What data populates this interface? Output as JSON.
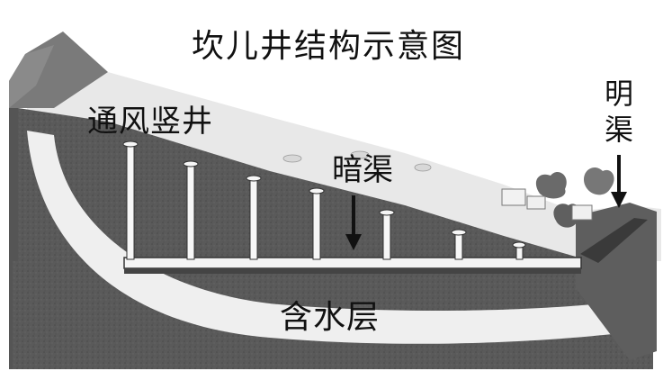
{
  "title": "坎儿井结构示意图",
  "labels": {
    "ventilation_shaft": "通风竖井",
    "underground_canal": "暗渠",
    "open_canal": "明渠",
    "aquifer": "含水层"
  },
  "colors": {
    "sky_terrain": "#e9e9e9",
    "dark_earth": "#555555",
    "rock": "#6e6e6e",
    "aquifer_band": "#f0f0f0",
    "shaft": "#ffffff",
    "arrow": "#111111"
  }
}
